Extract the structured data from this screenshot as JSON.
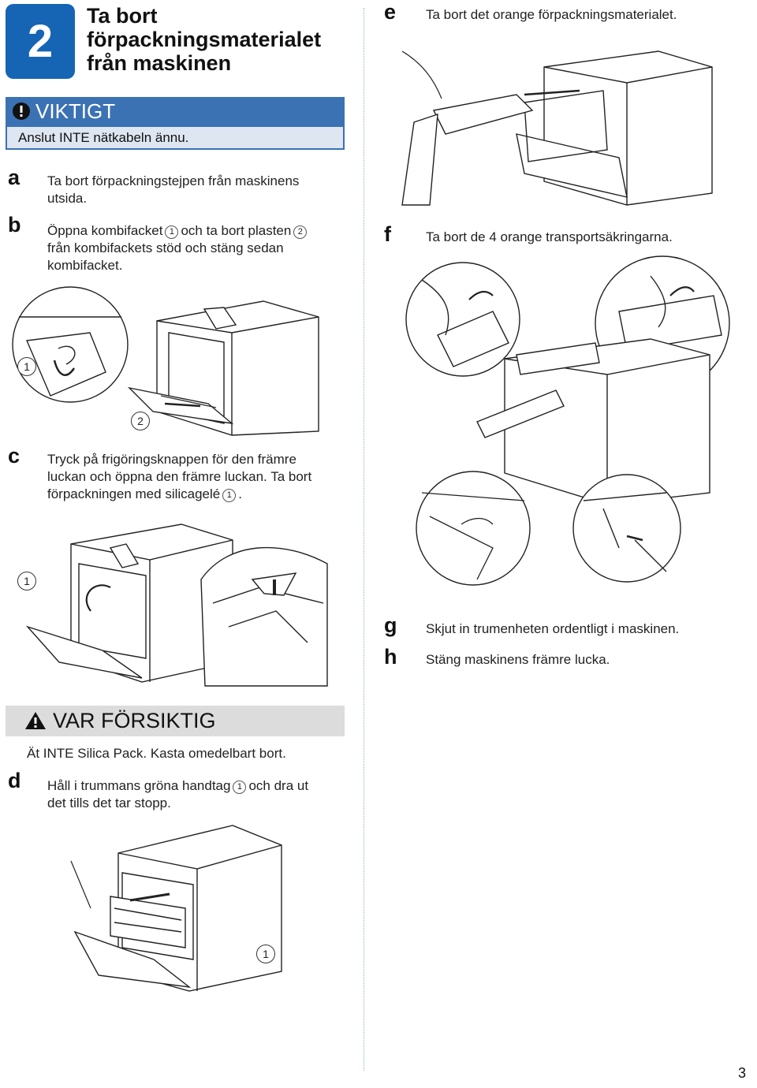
{
  "section": {
    "number": "2",
    "title_lines": [
      "Ta bort",
      "förpackningsmaterialet",
      "från maskinen"
    ]
  },
  "important": {
    "heading": "VIKTIGT",
    "text": "Anslut INTE nätkabeln ännu."
  },
  "steps": {
    "a": {
      "letter": "a",
      "lines": [
        "Ta bort förpackningstejpen från maskinens",
        "utsida."
      ]
    },
    "b": {
      "letter": "b",
      "line1_pre": "Öppna kombifacket",
      "line1_mid": "och ta bort plasten",
      "lines_rest": [
        "från kombifackets stöd och stäng sedan",
        "kombifacket."
      ]
    },
    "c": {
      "letter": "c",
      "lines": [
        "Tryck på frigöringsknappen för den främre",
        "luckan och öppna den främre luckan. Ta bort"
      ],
      "line3": "förpackningen med silicagelé",
      "line3_end": "."
    },
    "d": {
      "letter": "d",
      "line1_pre": "Håll i trummans gröna handtag",
      "line1_post": "och dra ut",
      "line2": "det tills det tar stopp."
    },
    "e": {
      "letter": "e",
      "text": "Ta bort det orange förpackningsmaterialet."
    },
    "f": {
      "letter": "f",
      "text": "Ta bort de 4 orange transportsäkringarna."
    },
    "g": {
      "letter": "g",
      "text": "Skjut in trumenheten ordentligt i maskinen."
    },
    "h": {
      "letter": "h",
      "text": "Stäng maskinens främre lucka."
    }
  },
  "callouts": {
    "one": "1",
    "two": "2"
  },
  "caution": {
    "heading": "VAR FÖRSIKTIG",
    "text": "Ät INTE Silica Pack. Kasta omedelbart bort."
  },
  "page_number": "3",
  "colors": {
    "section_blue": "#1565b4",
    "important_blue": "#3b72b4",
    "important_bg": "#dde6f1",
    "caution_bg": "#dcdcdc"
  }
}
